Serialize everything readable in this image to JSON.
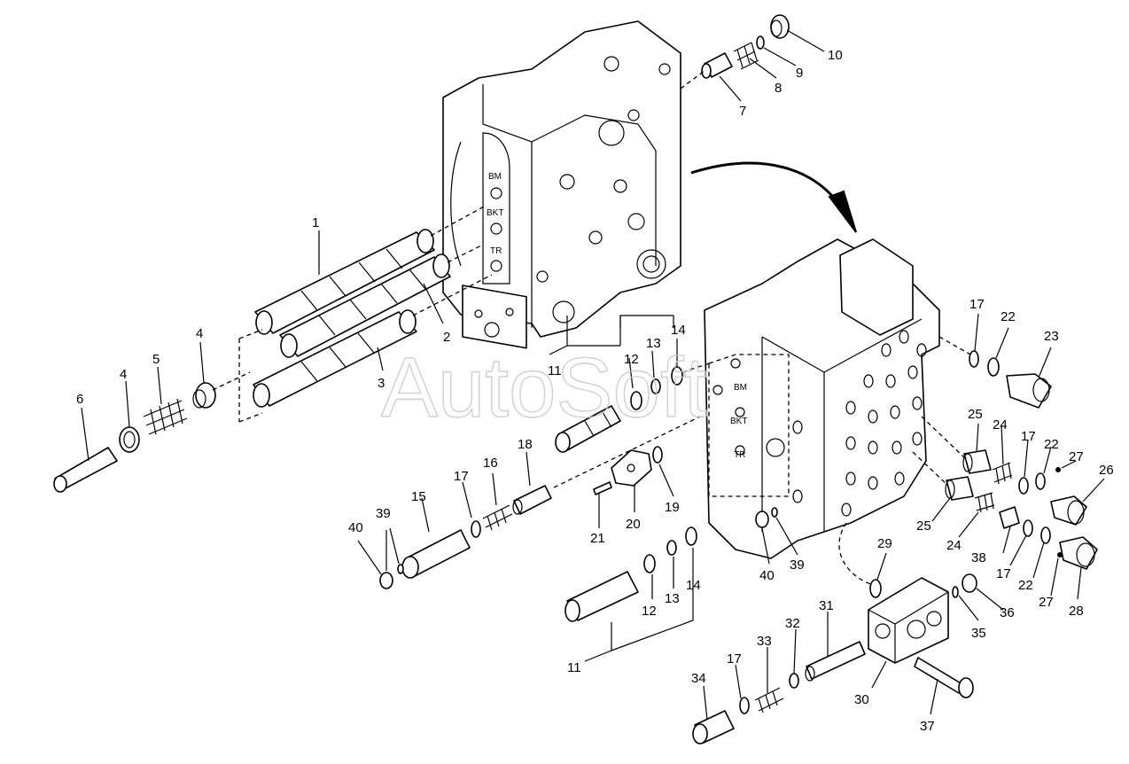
{
  "watermark": "AutoSoft",
  "block_labels": [
    "BM",
    "BKT",
    "TR"
  ],
  "callouts": {
    "c1": "1",
    "c2": "2",
    "c3": "3",
    "c4a": "4",
    "c4b": "4",
    "c5": "5",
    "c6": "6",
    "c7": "7",
    "c8": "8",
    "c9": "9",
    "c10": "10",
    "c11a": "11",
    "c11b": "11",
    "c12a": "12",
    "c12b": "12",
    "c13a": "13",
    "c13b": "13",
    "c14a": "14",
    "c14b": "14",
    "c15": "15",
    "c16": "16",
    "c17a": "17",
    "c17b": "17",
    "c17c": "17",
    "c17d": "17",
    "c17e": "17",
    "c18": "18",
    "c19": "19",
    "c20": "20",
    "c21": "21",
    "c22a": "22",
    "c22b": "22",
    "c22c": "22",
    "c23": "23",
    "c24a": "24",
    "c24b": "24",
    "c25a": "25",
    "c25b": "25",
    "c26": "26",
    "c27a": "27",
    "c27b": "27",
    "c28": "28",
    "c29": "29",
    "c30": "30",
    "c31": "31",
    "c32": "32",
    "c33": "33",
    "c34": "34",
    "c35": "35",
    "c36": "36",
    "c37": "37",
    "c38": "38",
    "c39a": "39",
    "c39b": "39",
    "c40a": "40",
    "c40b": "40"
  }
}
